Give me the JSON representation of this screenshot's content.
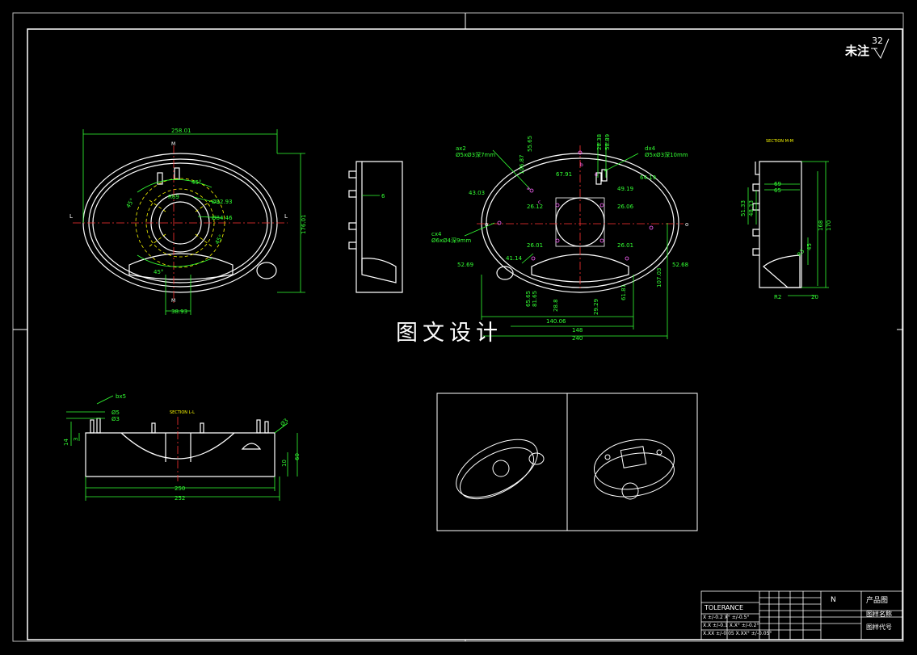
{
  "watermark": "图文设计",
  "surface_note": "未注",
  "roughness_value": "32",
  "colors": {
    "background": "#000000",
    "outline": "#ffffff",
    "dimension": "#33ff33",
    "centerline": "#ff3333",
    "hidden": "#ffff00",
    "label": "#ff66ff"
  },
  "front_view": {
    "labels": [
      "258.01",
      "176.01",
      "38.93",
      "R69",
      "Ø92.93",
      "Ø84.46",
      "45°",
      "45°",
      "45°",
      "45°",
      "L",
      "L",
      "M",
      "M"
    ]
  },
  "plan_view": {
    "labels": [
      "ax2",
      "Ø5xØ3深7mm",
      "dx4",
      "Ø5xØ3深10mm",
      "cx4",
      "Ø6xØ4深9mm",
      "55.65",
      "106.87",
      "28.38",
      "58.89",
      "67.91",
      "64.19",
      "49.19",
      "43.03",
      "26.12",
      "26.06",
      "26.01",
      "26.01",
      "41.14",
      "52.69",
      "52.68",
      "107.03",
      "65.65",
      "81.65",
      "28.8",
      "29.29",
      "61.81",
      "140.06",
      "148",
      "240",
      "a",
      "b",
      "c",
      "d",
      "o",
      "o"
    ]
  },
  "side_section": {
    "title": "SECTION M-M",
    "labels": [
      "69",
      "65",
      "51.33",
      "48.33",
      "45",
      "168",
      "170",
      "R3",
      "20",
      "R2"
    ]
  },
  "small_side": {
    "labels": [
      "6"
    ]
  },
  "bottom_section": {
    "title": "SECTION L-L",
    "labels": [
      "bx5",
      "Ø5",
      "Ø3",
      "Ø3",
      "14",
      "3",
      "10",
      "60",
      "250",
      "252"
    ]
  },
  "title_block": {
    "tolerance_title": "TOLERANCE",
    "tolerance_rows": [
      "X ±/-0.2   X°  ±/-0.5°",
      "X.X ±/-0.1   X.X° ±/-0.2°",
      "X.XX ±/-0.05   X.XX° ±/-0.05°"
    ],
    "product_label": "产品图",
    "drawing_name_label": "图样名称",
    "drawing_code_label": "图样代号",
    "mark": "N"
  }
}
